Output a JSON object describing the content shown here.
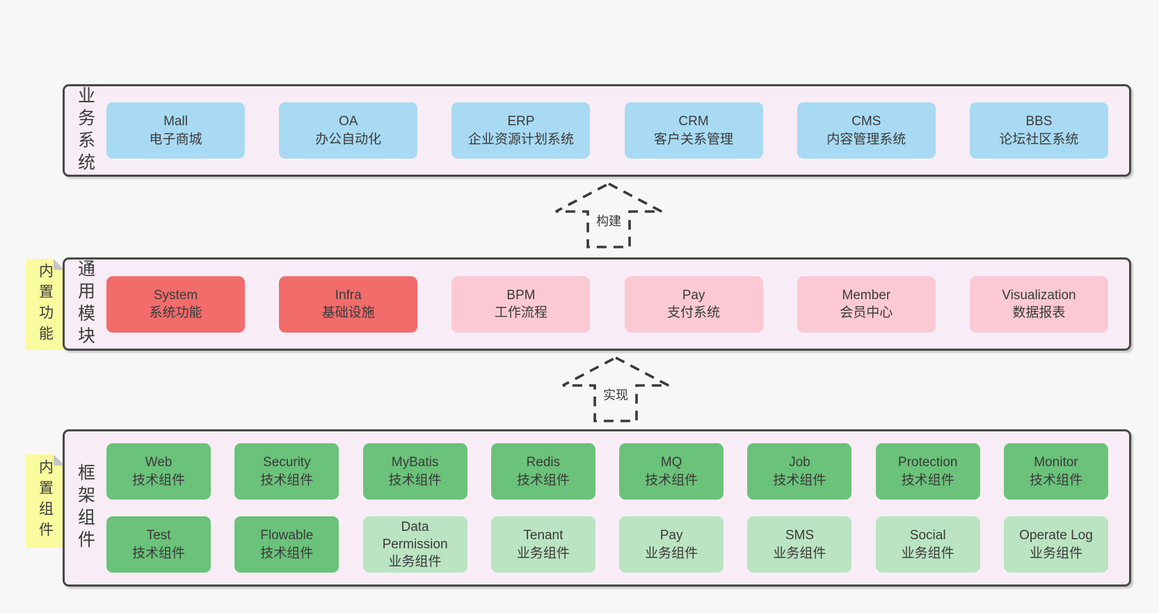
{
  "palette": {
    "page": "#f7f7f7",
    "panel": "#f8edf6",
    "panel_border": "#474747",
    "blue": "#a9daf3",
    "red": "#f26c6c",
    "pink": "#fbc9d3",
    "green": "#6bc27a",
    "greenLight": "#bbe4c2",
    "sticky": "#fafa9e",
    "sticky_fold": "#c6c6c6",
    "arrow_stroke": "#3a3a3a",
    "text": "#3a3a3a"
  },
  "arrows": [
    {
      "label": "构建"
    },
    {
      "label": "实现"
    }
  ],
  "layers": [
    {
      "side_label": "业务系统",
      "boxes": [
        {
          "title": "Mall",
          "subtitle": "电子商城",
          "variant": "blue"
        },
        {
          "title": "OA",
          "subtitle": "办公自动化",
          "variant": "blue"
        },
        {
          "title": "ERP",
          "subtitle": "企业资源计划系统",
          "variant": "blue"
        },
        {
          "title": "CRM",
          "subtitle": "客户关系管理",
          "variant": "blue"
        },
        {
          "title": "CMS",
          "subtitle": "内容管理系统",
          "variant": "blue"
        },
        {
          "title": "BBS",
          "subtitle": "论坛社区系统",
          "variant": "blue"
        }
      ]
    },
    {
      "side_label": "通用模块",
      "sticky_label": "内置功能",
      "boxes": [
        {
          "title": "System",
          "subtitle": "系统功能",
          "variant": "red"
        },
        {
          "title": "Infra",
          "subtitle": "基础设施",
          "variant": "red"
        },
        {
          "title": "BPM",
          "subtitle": "工作流程",
          "variant": "pink"
        },
        {
          "title": "Pay",
          "subtitle": "支付系统",
          "variant": "pink"
        },
        {
          "title": "Member",
          "subtitle": "会员中心",
          "variant": "pink"
        },
        {
          "title": "Visualization",
          "subtitle": "数据报表",
          "variant": "pink"
        }
      ]
    },
    {
      "side_label": "框架组件",
      "sticky_label": "内置组件",
      "boxes": [
        {
          "title": "Web",
          "subtitle": "技术组件",
          "variant": "green"
        },
        {
          "title": "Security",
          "subtitle": "技术组件",
          "variant": "green"
        },
        {
          "title": "MyBatis",
          "subtitle": "技术组件",
          "variant": "green"
        },
        {
          "title": "Redis",
          "subtitle": "技术组件",
          "variant": "green"
        },
        {
          "title": "MQ",
          "subtitle": "技术组件",
          "variant": "green"
        },
        {
          "title": "Job",
          "subtitle": "技术组件",
          "variant": "green"
        },
        {
          "title": "Protection",
          "subtitle": "技术组件",
          "variant": "green"
        },
        {
          "title": "Monitor",
          "subtitle": "技术组件",
          "variant": "green"
        },
        {
          "title": "Test",
          "subtitle": "技术组件",
          "variant": "green"
        },
        {
          "title": "Flowable",
          "subtitle": "技术组件",
          "variant": "green"
        },
        {
          "title": "Data Permission",
          "subtitle": "业务组件",
          "variant": "greenLight"
        },
        {
          "title": "Tenant",
          "subtitle": "业务组件",
          "variant": "greenLight"
        },
        {
          "title": "Pay",
          "subtitle": "业务组件",
          "variant": "greenLight"
        },
        {
          "title": "SMS",
          "subtitle": "业务组件",
          "variant": "greenLight"
        },
        {
          "title": "Social",
          "subtitle": "业务组件",
          "variant": "greenLight"
        },
        {
          "title": "Operate Log",
          "subtitle": "业务组件",
          "variant": "greenLight"
        }
      ]
    }
  ]
}
